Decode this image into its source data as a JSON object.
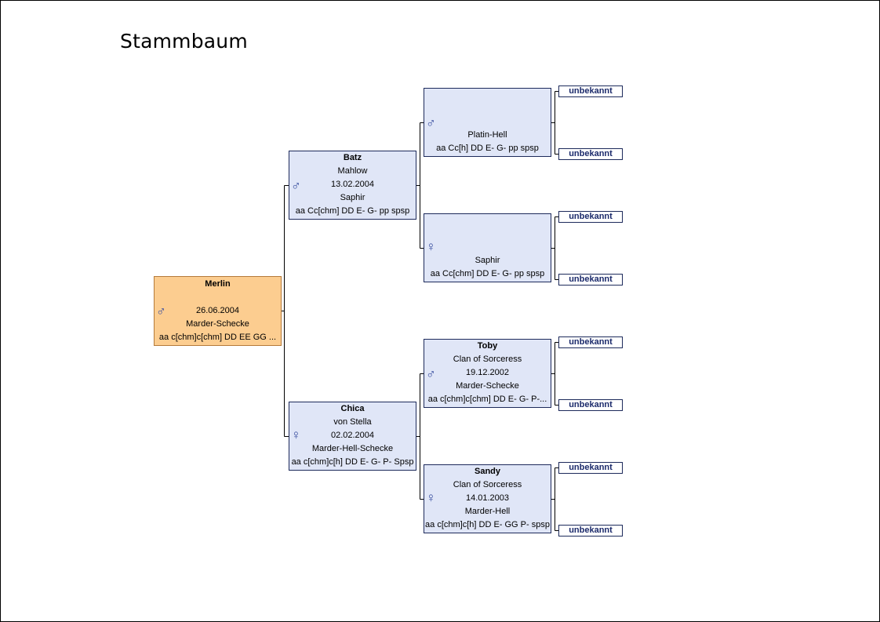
{
  "title": "Stammbaum",
  "unknown_label": "unbekannt",
  "symbols": {
    "male": "♂",
    "female": "♀"
  },
  "colors": {
    "root_fill": "#fccd90",
    "node_fill": "#e0e6f7",
    "border": "#1d2a5b",
    "symbol": "#3a4fa0"
  },
  "root": {
    "name": "Merlin",
    "breeder": "",
    "date": "26.06.2004",
    "color": "Marder-Schecke",
    "genotype": "aa c[chm]c[chm] DD EE GG ...",
    "sex": "male"
  },
  "father": {
    "name": "Batz",
    "breeder": "Mahlow",
    "date": "13.02.2004",
    "color": "Saphir",
    "genotype": "aa Cc[chm] DD E- G- pp spsp",
    "sex": "male"
  },
  "mother": {
    "name": "Chica",
    "breeder": "von Stella",
    "date": "02.02.2004",
    "color": "Marder-Hell-Schecke",
    "genotype": "aa c[chm]c[h] DD E- G- P- Spsp",
    "sex": "female"
  },
  "ff": {
    "name": "",
    "breeder": "",
    "date": "",
    "color": "Platin-Hell",
    "genotype": "aa Cc[h] DD E- G- pp spsp",
    "sex": "male"
  },
  "fm": {
    "name": "",
    "breeder": "",
    "date": "",
    "color": "Saphir",
    "genotype": "aa Cc[chm] DD E- G- pp spsp",
    "sex": "female"
  },
  "mf": {
    "name": "Toby",
    "breeder": "Clan of Sorceress",
    "date": "19.12.2002",
    "color": "Marder-Schecke",
    "genotype": "aa c[chm]c[chm] DD E- G- P-...",
    "sex": "male"
  },
  "mm": {
    "name": "Sandy",
    "breeder": "Clan of Sorceress",
    "date": "14.01.2003",
    "color": "Marder-Hell",
    "genotype": "aa c[chm]c[h] DD E- GG P- spsp",
    "sex": "female"
  }
}
